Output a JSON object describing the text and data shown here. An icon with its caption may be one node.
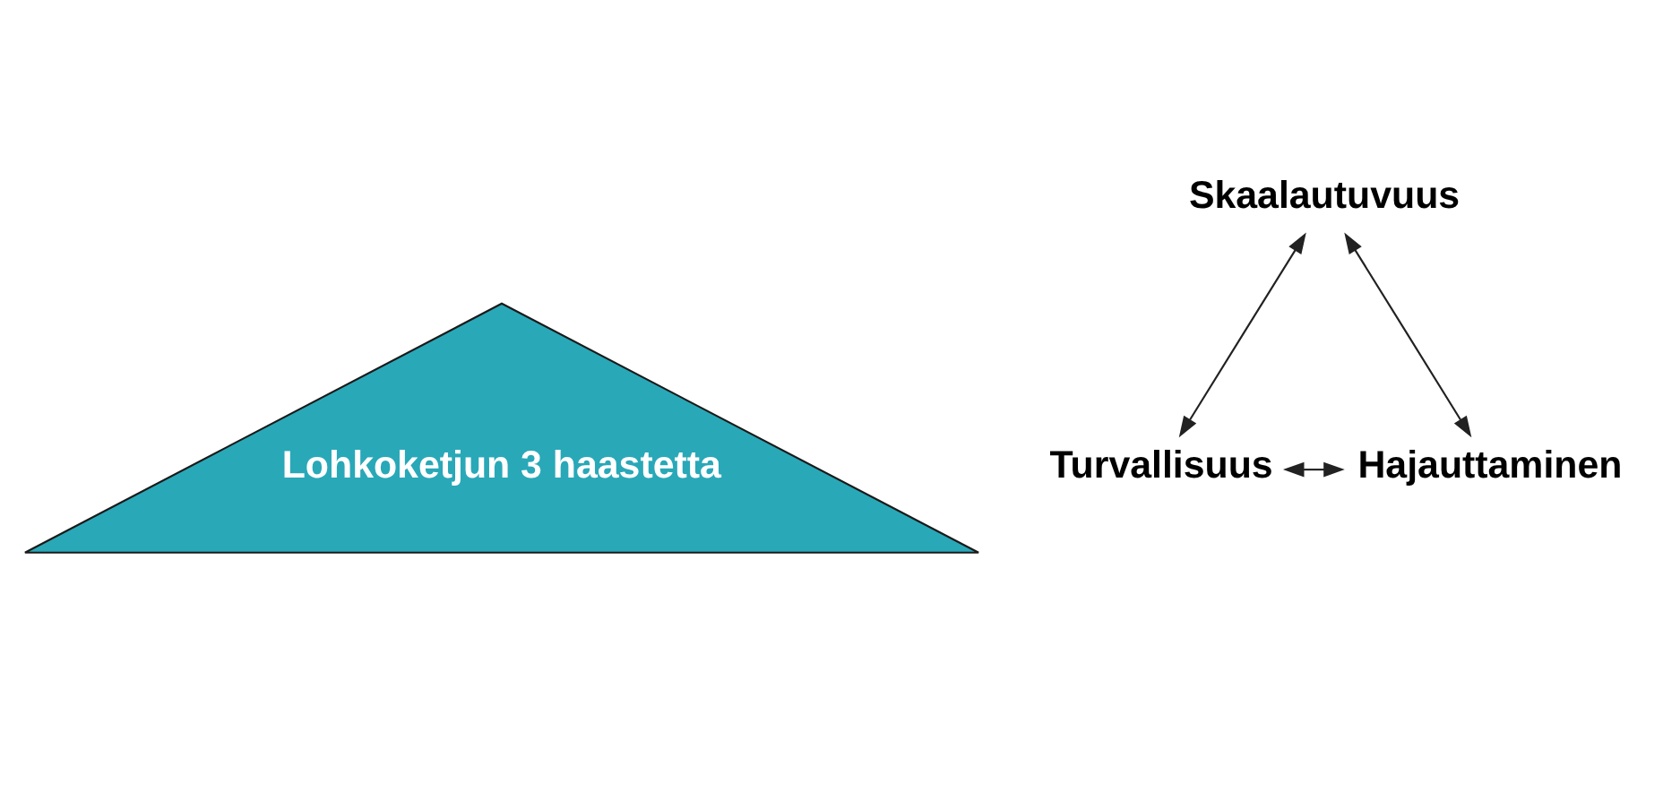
{
  "diagram": {
    "nodes": [
      {
        "text": [
          "Lohkoketjun 3 haastetta"
        ]
      },
      {
        "text": [
          "Skaalautuvuus"
        ]
      },
      {
        "text": [
          "Turvallisuus"
        ]
      },
      {
        "text": [
          "Hajauttaminen"
        ]
      }
    ],
    "edges": [
      {
        "from": 1,
        "to": 2,
        "arrow": "both"
      },
      {
        "from": 1,
        "to": 3,
        "arrow": "both"
      },
      {
        "from": 2,
        "to": 3,
        "arrow": "both"
      }
    ]
  }
}
